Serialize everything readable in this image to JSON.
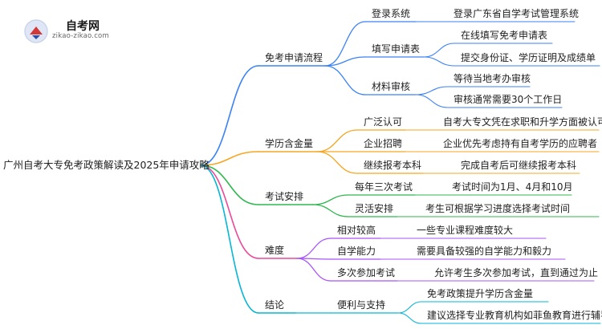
{
  "logo": {
    "title": "自考网",
    "subtitle": "zikao-zikao.com"
  },
  "root": "广州自考大专免考政策解读及2025年申请攻略",
  "colors": {
    "blue": "#3b82f6",
    "orange": "#f6a623",
    "green": "#2fb84f",
    "purple": "#a855f7",
    "pink": "#ec4899",
    "cyan": "#06b6d4"
  },
  "branches": [
    {
      "label": "免考申请流程",
      "color": "blue",
      "children": [
        {
          "label": "登录系统",
          "leaves": [
            "登录广东省自学考试管理系统"
          ]
        },
        {
          "label": "填写申请表",
          "leaves": [
            "在线填写免考申请表",
            "提交身份证、学历证明及成绩单"
          ]
        },
        {
          "label": "材料审核",
          "leaves": [
            "等待当地考办审核",
            "审核通常需要30个工作日"
          ]
        }
      ]
    },
    {
      "label": "学历含金量",
      "color": "orange",
      "children": [
        {
          "label": "广泛认可",
          "leaves": [
            "自考大专文凭在求职和升学方面被认可"
          ]
        },
        {
          "label": "企业招聘",
          "leaves": [
            "企业优先考虑持有自考学历的应聘者"
          ]
        },
        {
          "label": "继续报考本科",
          "leaves": [
            "完成自考后可继续报考本科"
          ]
        }
      ]
    },
    {
      "label": "考试安排",
      "color": "green",
      "children": [
        {
          "label": "每年三次考试",
          "leaves": [
            "考试时间为1月、4月和10月"
          ]
        },
        {
          "label": "灵活安排",
          "leaves": [
            "考生可根据学习进度选择考试时间"
          ]
        }
      ]
    },
    {
      "label": "难度",
      "color": "purple",
      "children": [
        {
          "label": "相对较高",
          "leaves": [
            "一些专业课程难度较大"
          ]
        },
        {
          "label": "自学能力",
          "leaves": [
            "需要具备较强的自学能力和毅力"
          ]
        },
        {
          "label": "多次参加考试",
          "leaves": [
            "允许考生多次参加考试，直到通过为止"
          ]
        }
      ]
    },
    {
      "label": "结论",
      "color": "cyan",
      "children": [
        {
          "label": "便利与支持",
          "leaves": [
            "免考政策提升学历含金量",
            "建议选择专业教育机构如菲鱼教育进行辅导"
          ]
        }
      ]
    }
  ]
}
